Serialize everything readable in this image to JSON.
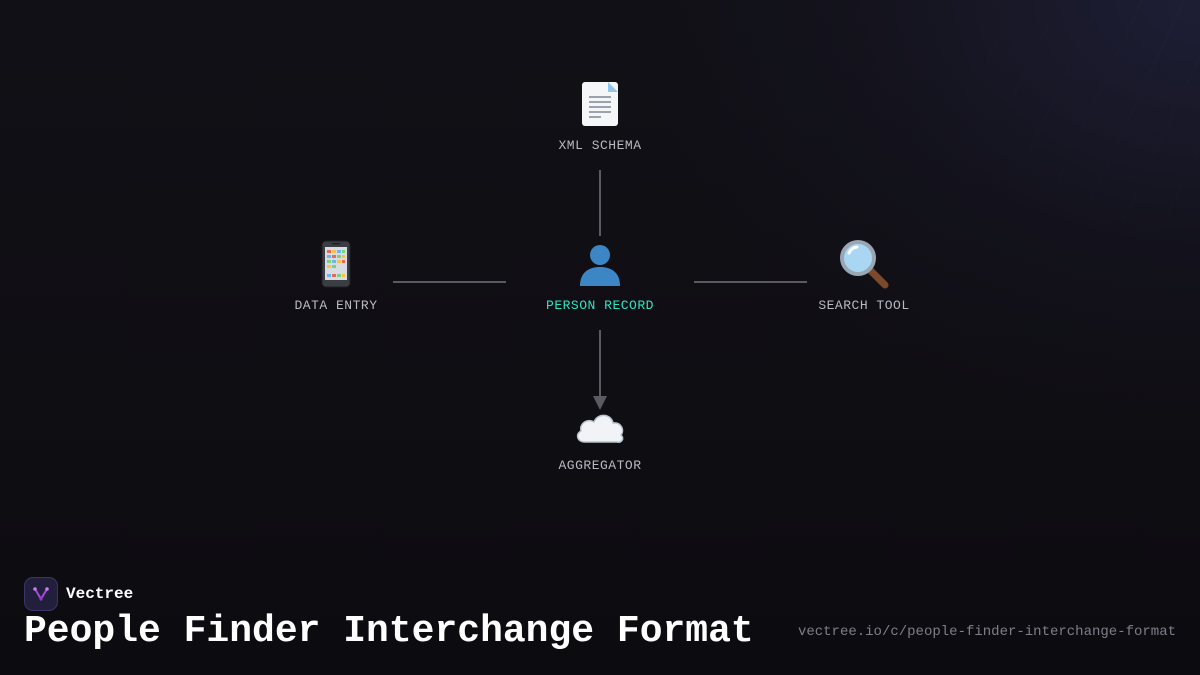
{
  "diagram": {
    "nodes": [
      {
        "id": "xml",
        "label": "XML SCHEMA",
        "icon": "document-icon"
      },
      {
        "id": "entry",
        "label": "DATA ENTRY",
        "icon": "mobile-phone-icon"
      },
      {
        "id": "person",
        "label": "PERSON RECORD",
        "icon": "person-silhouette-icon",
        "highlight": true
      },
      {
        "id": "search",
        "label": "SEARCH TOOL",
        "icon": "magnifying-glass-icon"
      },
      {
        "id": "aggregator",
        "label": "AGGREGATOR",
        "icon": "cloud-icon"
      }
    ],
    "edges": [
      {
        "from": "xml",
        "to": "person",
        "arrow": false
      },
      {
        "from": "entry",
        "to": "person",
        "arrow": false
      },
      {
        "from": "person",
        "to": "search",
        "arrow": false
      },
      {
        "from": "person",
        "to": "aggregator",
        "arrow": true
      }
    ]
  },
  "colors": {
    "background": "#0f0e13",
    "highlight_label": "#2fe3c0",
    "label": "#b9b9c2",
    "edge": "#5a5a62",
    "brand_accent": "#a24bd8"
  },
  "brand": {
    "name": "Vectree",
    "logo_icon": "vectree-logo-icon"
  },
  "title": "People Finder Interchange Format",
  "url": "vectree.io/c/people-finder-interchange-format"
}
